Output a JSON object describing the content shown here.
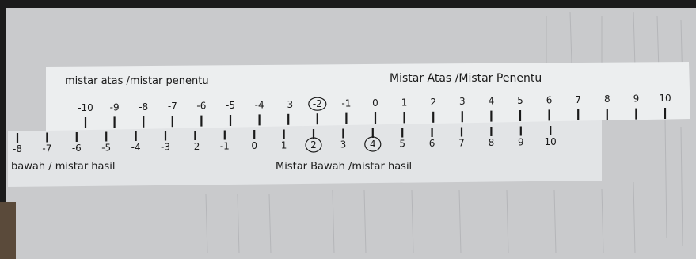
{
  "photo": {
    "colors": {
      "background": "#1b1b1b",
      "paper": "#d8d9db",
      "strip": "#eceeef",
      "ink": "#1a1a1a"
    }
  },
  "top_ruler": {
    "labels": [
      "mistar atas /mistar penentu",
      "Mistar Atas /Mistar Penentu"
    ],
    "numbers": [
      "-10",
      "-9",
      "-8",
      "-7",
      "-6",
      "-5",
      "-4",
      "-3",
      "-2",
      "-1",
      "0",
      "1",
      "2",
      "3",
      "4",
      "5",
      "6",
      "7",
      "8",
      "9",
      "10"
    ],
    "circled": [
      "-2"
    ]
  },
  "bottom_ruler": {
    "labels": [
      "bawah / mistar hasil",
      "Mistar Bawah /mistar hasil"
    ],
    "numbers": [
      "-8",
      "-7",
      "-6",
      "-5",
      "-4",
      "-3",
      "-2",
      "-1",
      "0",
      "1",
      "2",
      "3",
      "4",
      "5",
      "6",
      "7",
      "8",
      "9",
      "10"
    ],
    "circled": [
      "2",
      "4"
    ]
  }
}
